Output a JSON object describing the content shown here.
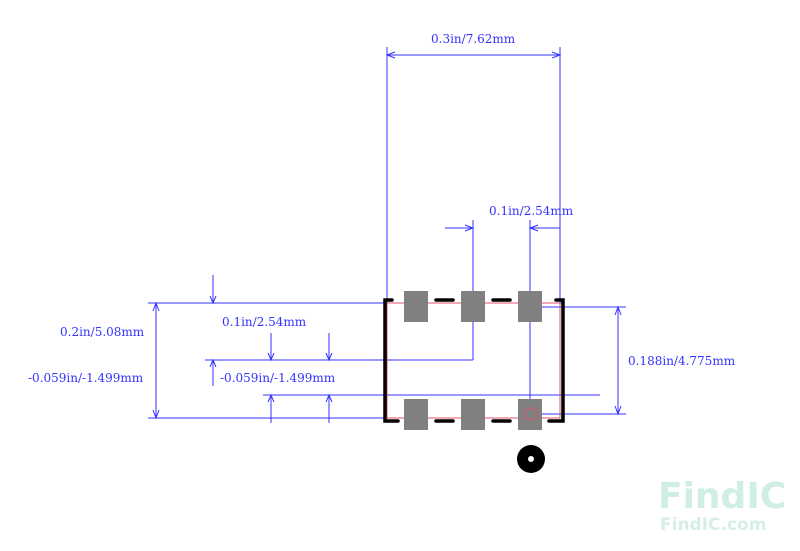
{
  "dimensions": {
    "width": "0.3in/7.62mm",
    "pitch": "0.1in/2.54mm",
    "pad_span": "0.188in/4.775mm",
    "height": "0.2in/5.08mm",
    "row_offset": "0.1in/2.54mm",
    "offset_a": "-0.059in/-1.499mm",
    "offset_b": "-0.059in/-1.499mm"
  },
  "watermark": {
    "logo": "FindIC",
    "url": "FindIC.com"
  },
  "colors": {
    "dim": "#3333ff",
    "pad": "#808080",
    "outline": "#e0506a",
    "silk": "#000000"
  }
}
